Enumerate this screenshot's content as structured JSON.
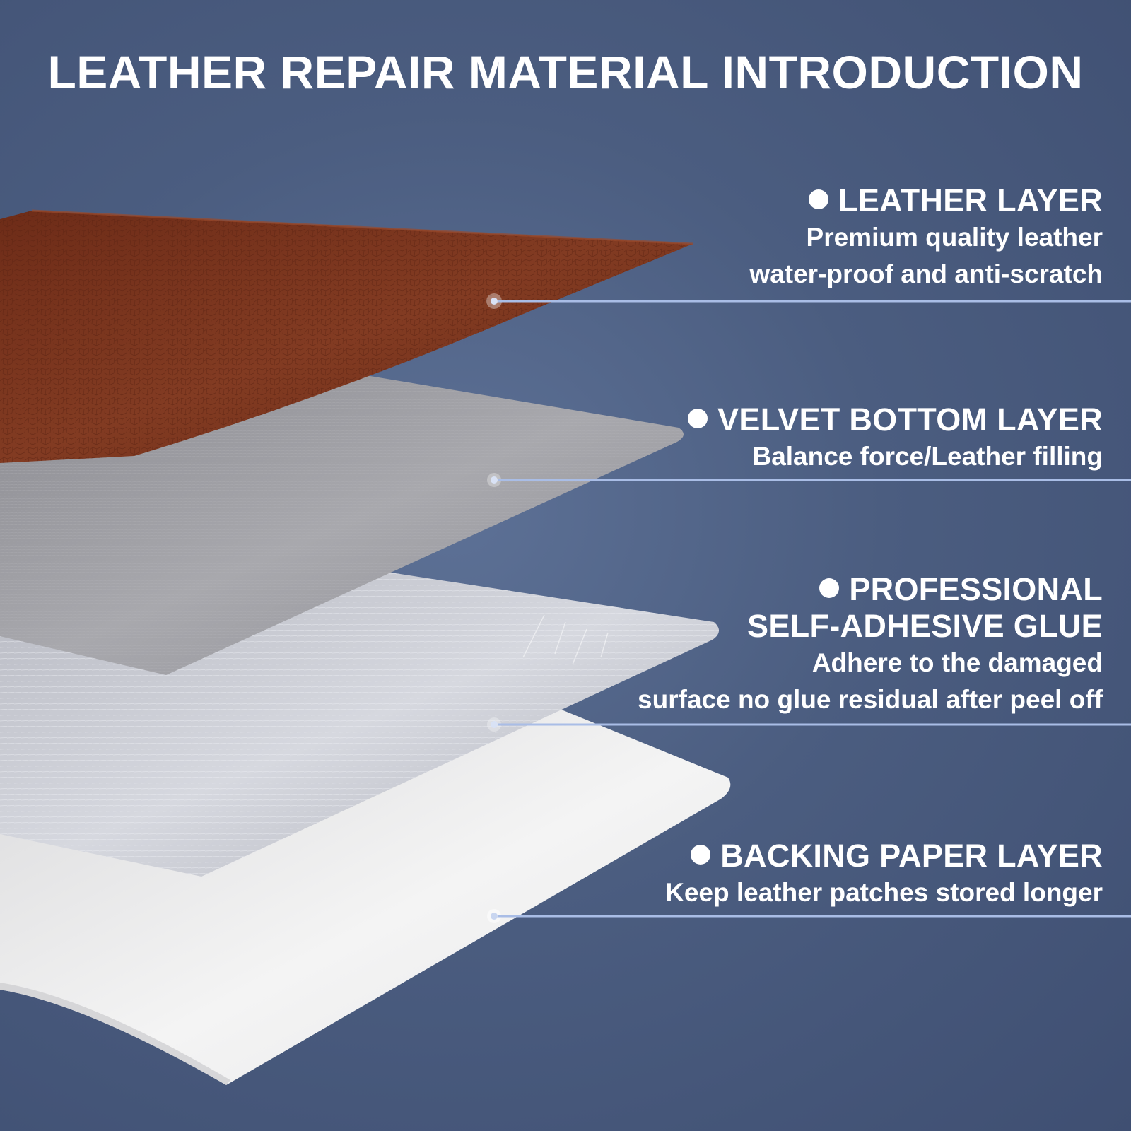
{
  "title": "LEATHER REPAIR MATERIAL INTRODUCTION",
  "colors": {
    "background": "#4b5d80",
    "leather": "#7a3520",
    "velvet": "#9a9aa0",
    "glue": "#c8cad2",
    "backing_paper": "#f0f0f0",
    "pointer_line": "#a9bde6"
  },
  "layers": [
    {
      "title": "LEATHER LAYER",
      "title_line2": "",
      "desc1": "Premium quality leather",
      "desc2": "water-proof and anti-scratch"
    },
    {
      "title": "VELVET BOTTOM LAYER",
      "title_line2": "",
      "desc1": "Balance force/Leather filling",
      "desc2": ""
    },
    {
      "title": "PROFESSIONAL",
      "title_line2": "SELF-ADHESIVE GLUE",
      "desc1": "Adhere to the damaged",
      "desc2": "surface no glue residual after peel off"
    },
    {
      "title": "BACKING PAPER LAYER",
      "title_line2": "",
      "desc1": "Keep leather patches stored longer",
      "desc2": ""
    }
  ]
}
